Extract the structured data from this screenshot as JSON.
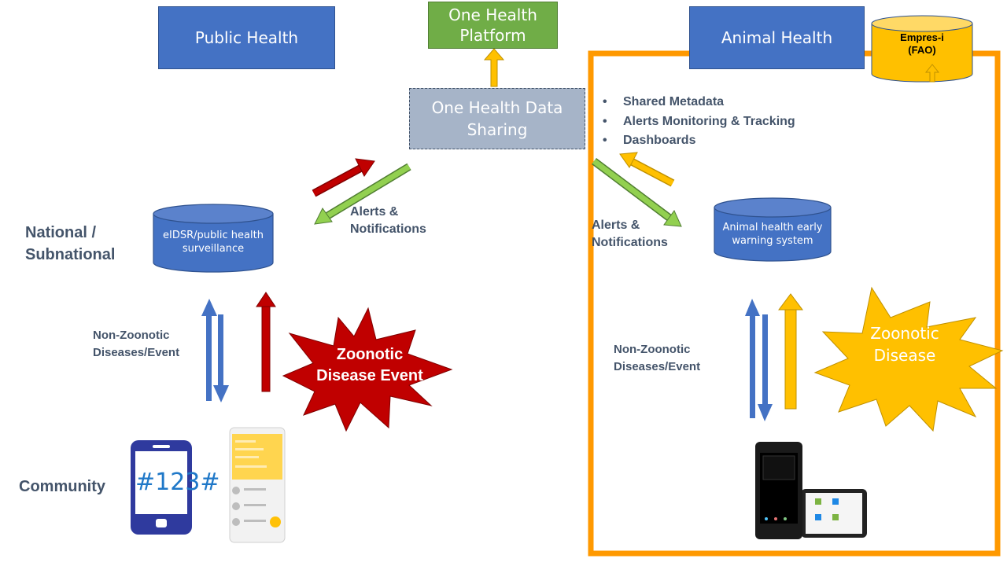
{
  "boxes": {
    "public_health": "Public Health",
    "one_health_platform": "One Health Platform",
    "animal_health": "Animal Health",
    "empres_line1": "Empres-i",
    "empres_line2": "(FAO)",
    "data_sharing": "One Health Data Sharing"
  },
  "features": [
    "Shared Metadata",
    "Alerts Monitoring & Tracking",
    "Dashboards"
  ],
  "levels": {
    "national_line1": "National /",
    "national_line2": "Subnational",
    "community": "Community"
  },
  "systems": {
    "eidsr": "eIDSR/public health surveillance",
    "animal_ews": "Animal health early warning system"
  },
  "labels": {
    "alerts_left_line1": "Alerts &",
    "alerts_left_line2": "Notifications",
    "alerts_right_line1": "Alerts &",
    "alerts_right_line2": "Notifications",
    "non_zoonotic_left_line1": "Non-Zoonotic",
    "non_zoonotic_left_line2": "Diseases/Event",
    "non_zoonotic_right_line1": "Non-Zoonotic",
    "non_zoonotic_right_line2": "Diseases/Event"
  },
  "bursts": {
    "left_line1": "Zoonotic",
    "left_line2": "Disease Event",
    "right_line1": "Zoonotic",
    "right_line2": "Disease"
  },
  "phone_ussd": "#123#",
  "colors": {
    "blue": "#4472c4",
    "green": "#70ad47",
    "orange": "#ffc000",
    "frame_orange": "#ff9900",
    "red": "#c00000",
    "slate": "#44546a"
  }
}
